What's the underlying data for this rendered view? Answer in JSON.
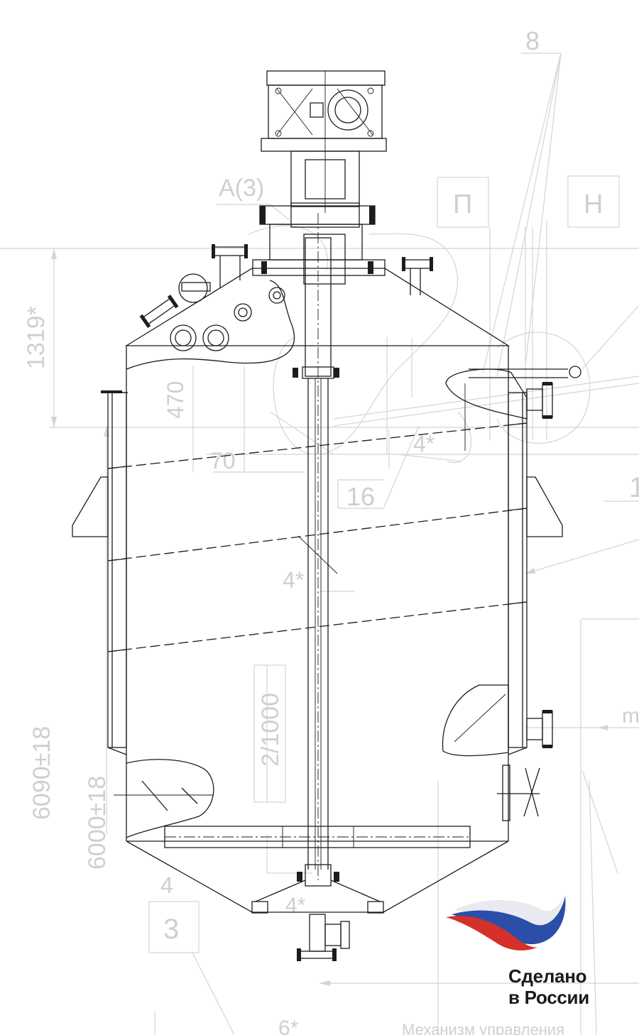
{
  "dimensions": {
    "d1319": "1319*",
    "d470": "470",
    "d70": "70",
    "d6090": "6090±18",
    "d6000": "6000±18",
    "d4a": "4*",
    "d4b": "4*",
    "d4c": "4*",
    "d4d": "4",
    "d6": "6*",
    "ratio": "2/1000"
  },
  "callouts": {
    "c8": "8",
    "c16": "16",
    "c3": "3",
    "c1": "1",
    "cP": "П",
    "cN": "Н",
    "cA3": "A(3)",
    "cM": "m"
  },
  "bottom_caption": "Механизм управления",
  "brand": {
    "line1": "Сделано",
    "line2": "в России",
    "colors": {
      "white": "#e8eaf0",
      "blue": "#2b4fa8",
      "red": "#d6302a"
    }
  }
}
